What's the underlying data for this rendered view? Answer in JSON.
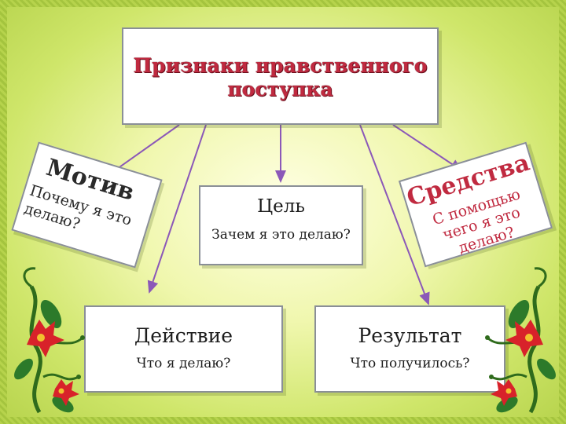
{
  "title": "Признаки нравственного поступка",
  "nodes": {
    "motive": {
      "title": "Мотив",
      "subtitle": "Почему я это делаю?"
    },
    "goal": {
      "title": "Цель",
      "subtitle": "Зачем я это делаю?"
    },
    "means": {
      "title": "Средства",
      "subtitle": "С помощью чего я это делаю?"
    },
    "action": {
      "title": "Действие",
      "subtitle": "Что я делаю?"
    },
    "result": {
      "title": "Результат",
      "subtitle": "Что получилось?"
    }
  },
  "colors": {
    "title_text": "#c02a40",
    "arrow": "#8b58b8",
    "body_text": "#1c1c1c",
    "background": "#e8f39a"
  },
  "decorations": [
    "flower-vine-ornament-left",
    "flower-vine-ornament-right"
  ]
}
